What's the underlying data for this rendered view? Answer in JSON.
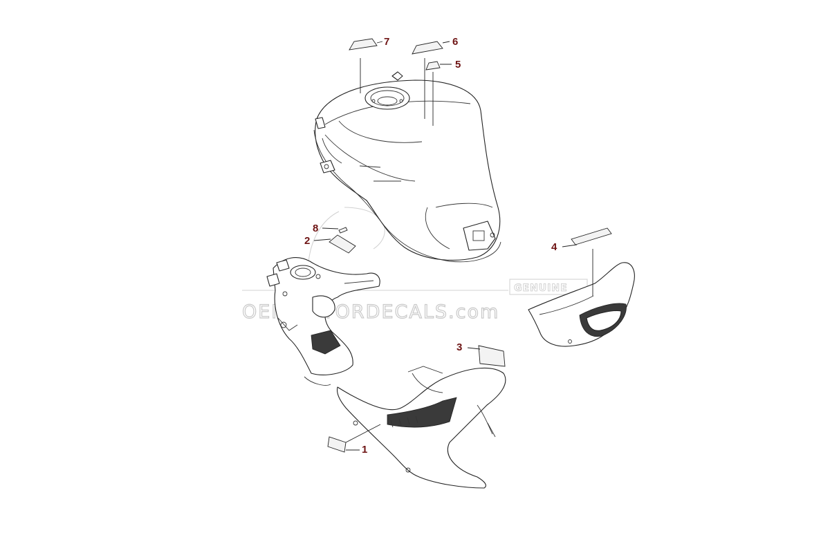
{
  "diagram": {
    "callouts": [
      {
        "id": "1",
        "label": "1"
      },
      {
        "id": "2",
        "label": "2"
      },
      {
        "id": "3",
        "label": "3"
      },
      {
        "id": "4",
        "label": "4"
      },
      {
        "id": "5",
        "label": "5"
      },
      {
        "id": "6",
        "label": "6"
      },
      {
        "id": "7",
        "label": "7"
      },
      {
        "id": "8",
        "label": "8"
      }
    ]
  },
  "watermark": {
    "text": "OEMMOTORDECALS.com",
    "badge": "GENUINE"
  },
  "colors": {
    "callout_number": "#6e1414",
    "line_art": "#222222",
    "watermark": "#c9c9c9"
  }
}
